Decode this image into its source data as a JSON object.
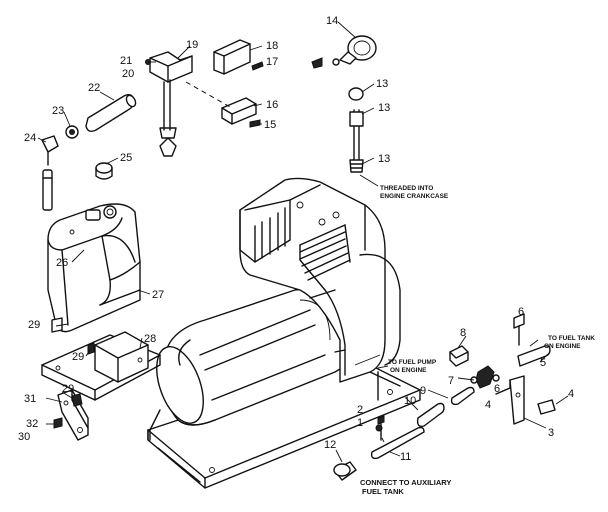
{
  "callouts": [
    "1",
    "2",
    "3",
    "4",
    "5",
    "6",
    "7",
    "8",
    "9",
    "10",
    "11",
    "12",
    "13",
    "14",
    "15",
    "16",
    "17",
    "18",
    "19",
    "20",
    "21",
    "22",
    "23",
    "24",
    "25",
    "26",
    "27",
    "28",
    "29",
    "30",
    "31",
    "32"
  ],
  "callout_repeats": {
    "13_second": "13",
    "13_third": "13",
    "29_second": "29",
    "29_third": "29",
    "6_second": "6"
  },
  "notes": {
    "threaded_line1": "THREADED INTO",
    "threaded_line2": "ENGINE CRANKCASE",
    "fuel_pump_line1": "TO FUEL PUMP",
    "fuel_pump_line2": "ON ENGINE",
    "fuel_tank_line1": "TO FUEL TANK",
    "fuel_tank_line2": "ON ENGINE",
    "aux_line1": "CONNECT TO AUXILIARY",
    "aux_line2": "FUEL TANK"
  }
}
